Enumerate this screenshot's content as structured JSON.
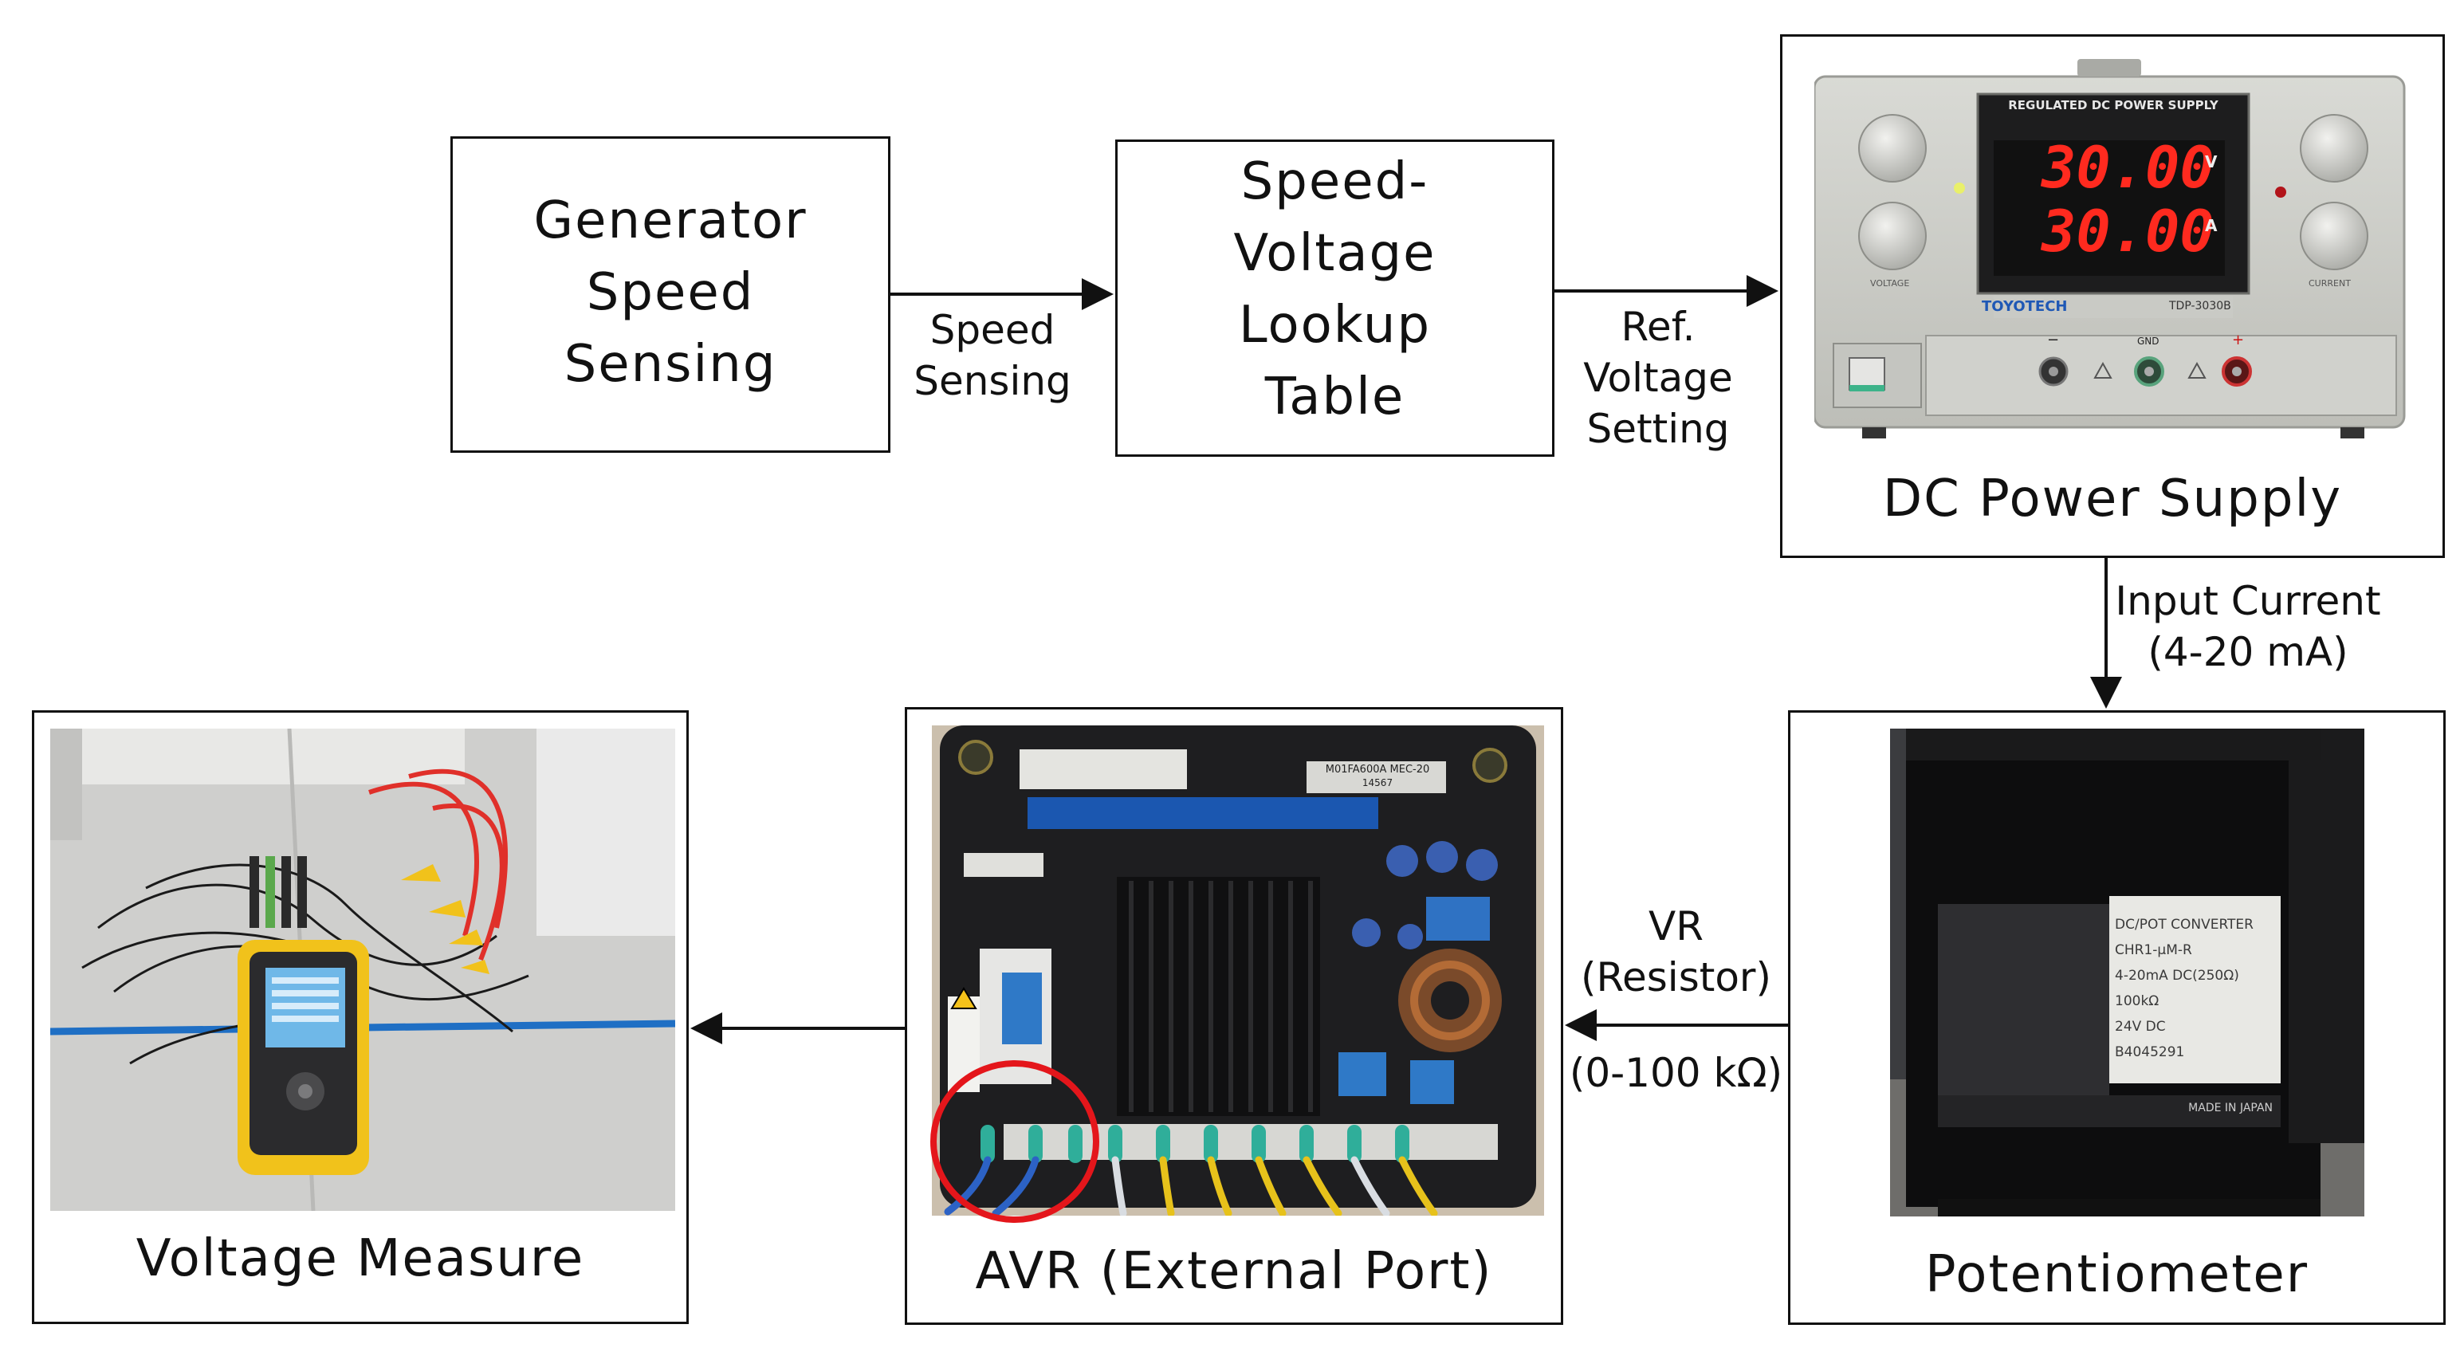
{
  "blocks": {
    "speed_sensing": {
      "lines": [
        "Generator",
        "Speed",
        "Sensing"
      ]
    },
    "lookup_table": {
      "lines": [
        "Speed-",
        "Voltage",
        "Lookup",
        "Table"
      ]
    },
    "dc_power_supply": {
      "caption": "DC Power Supply",
      "panel_title": "REGULATED DC POWER SUPPLY",
      "display_voltage": "30.00",
      "display_current": "30.00",
      "unit_v": "V",
      "unit_a": "A",
      "brand": "TOYOTECH",
      "model": "TDP-3030B",
      "knob_label_left": "VOLTAGE",
      "knob_label_right": "CURRENT",
      "terminal_minus": "−",
      "terminal_gnd": "GND",
      "terminal_plus": "+"
    },
    "potentiometer": {
      "caption": "Potentiometer",
      "label_lines": [
        "DC/POT CONVERTER",
        "CHR1-µM-R",
        "4-20mA DC(250Ω)",
        "100kΩ",
        "24V DC",
        "B4045291"
      ],
      "footer": "MADE IN JAPAN"
    },
    "avr": {
      "caption": "AVR (External Port)",
      "part_label": "M01FA600A MEC-20",
      "serial": "14567"
    },
    "voltage_measure": {
      "caption": "Voltage Measure"
    }
  },
  "edges": {
    "speed_to_lookup": {
      "lines": [
        "Speed",
        "Sensing"
      ]
    },
    "lookup_to_dc": {
      "lines": [
        "Ref.",
        "Voltage",
        "Setting"
      ]
    },
    "dc_to_pot": {
      "lines": [
        "Input Current",
        "(4-20 mA)"
      ]
    },
    "pot_to_avr": {
      "lines": [
        "VR",
        "(Resistor)",
        "(0-100 kΩ)"
      ]
    }
  },
  "colors": {
    "display_red": "#ff2a1f",
    "annotation_circle": "#e4161b",
    "meter_yellow": "#f1c21b",
    "floor_line": "#1f6fc4"
  }
}
